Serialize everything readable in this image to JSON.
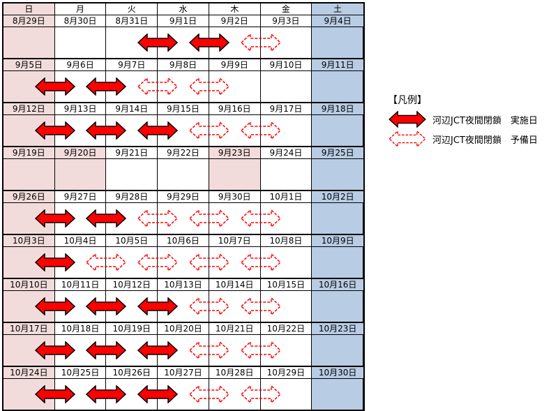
{
  "weekdays": [
    "日",
    "月",
    "火",
    "水",
    "木",
    "金",
    "土"
  ],
  "colors": {
    "sunday_bg": "#f2dcdb",
    "saturday_bg": "#b8cce4",
    "holiday_bg": "#f2dcdb",
    "arrow_red": "#ff0000",
    "grid": "#000000"
  },
  "weeks": [
    {
      "dates": [
        "8月29日",
        "8月30日",
        "8月31日",
        "9月1日",
        "9月2日",
        "9月3日",
        "9月4日"
      ],
      "holidays": [],
      "arrows": [
        {
          "at": 3,
          "type": "solid"
        },
        {
          "at": 4,
          "type": "solid"
        },
        {
          "at": 5,
          "type": "dashed"
        }
      ]
    },
    {
      "dates": [
        "9月5日",
        "9月6日",
        "9月7日",
        "9月8日",
        "9月9日",
        "9月10日",
        "9月11日"
      ],
      "holidays": [],
      "arrows": [
        {
          "at": 1,
          "type": "solid"
        },
        {
          "at": 2,
          "type": "solid"
        },
        {
          "at": 3,
          "type": "dashed"
        },
        {
          "at": 4,
          "type": "dashed"
        }
      ]
    },
    {
      "dates": [
        "9月12日",
        "9月13日",
        "9月14日",
        "9月15日",
        "9月16日",
        "9月17日",
        "9月18日"
      ],
      "holidays": [],
      "arrows": [
        {
          "at": 1,
          "type": "solid"
        },
        {
          "at": 2,
          "type": "solid"
        },
        {
          "at": 3,
          "type": "solid"
        },
        {
          "at": 4,
          "type": "dashed"
        },
        {
          "at": 5,
          "type": "dashed"
        }
      ]
    },
    {
      "dates": [
        "9月19日",
        "9月20日",
        "9月21日",
        "9月22日",
        "9月23日",
        "9月24日",
        "9月25日"
      ],
      "holidays": [
        1,
        4
      ],
      "arrows": []
    },
    {
      "dates": [
        "9月26日",
        "9月27日",
        "9月28日",
        "9月29日",
        "9月30日",
        "10月1日",
        "10月2日"
      ],
      "holidays": [],
      "arrows": [
        {
          "at": 1,
          "type": "solid"
        },
        {
          "at": 2,
          "type": "solid"
        },
        {
          "at": 3,
          "type": "dashed"
        },
        {
          "at": 4,
          "type": "dashed"
        },
        {
          "at": 5,
          "type": "dashed"
        }
      ]
    },
    {
      "dates": [
        "10月3日",
        "10月4日",
        "10月5日",
        "10月6日",
        "10月7日",
        "10月8日",
        "10月9日"
      ],
      "holidays": [],
      "arrows": [
        {
          "at": 1,
          "type": "solid"
        },
        {
          "at": 2,
          "type": "dashed"
        },
        {
          "at": 3,
          "type": "dashed"
        },
        {
          "at": 4,
          "type": "dashed"
        },
        {
          "at": 5,
          "type": "dashed"
        }
      ]
    },
    {
      "dates": [
        "10月10日",
        "10月11日",
        "10月12日",
        "10月13日",
        "10月14日",
        "10月15日",
        "10月16日"
      ],
      "holidays": [],
      "arrows": [
        {
          "at": 1,
          "type": "solid"
        },
        {
          "at": 2,
          "type": "solid"
        },
        {
          "at": 3,
          "type": "solid"
        },
        {
          "at": 4,
          "type": "dashed"
        },
        {
          "at": 5,
          "type": "dashed"
        }
      ]
    },
    {
      "dates": [
        "10月17日",
        "10月18日",
        "10月19日",
        "10月20日",
        "10月21日",
        "10月22日",
        "10月23日"
      ],
      "holidays": [],
      "arrows": [
        {
          "at": 1,
          "type": "solid"
        },
        {
          "at": 2,
          "type": "solid"
        },
        {
          "at": 3,
          "type": "solid"
        },
        {
          "at": 4,
          "type": "dashed"
        },
        {
          "at": 5,
          "type": "dashed"
        }
      ]
    },
    {
      "dates": [
        "10月24日",
        "10月25日",
        "10月26日",
        "10月27日",
        "10月28日",
        "10月29日",
        "10月30日"
      ],
      "holidays": [],
      "arrows": [
        {
          "at": 1,
          "type": "solid"
        },
        {
          "at": 2,
          "type": "solid"
        },
        {
          "at": 3,
          "type": "solid"
        },
        {
          "at": 4,
          "type": "dashed"
        },
        {
          "at": 5,
          "type": "dashed"
        }
      ]
    }
  ],
  "legend": {
    "title": "【凡例】",
    "items": [
      {
        "icon": "solid-double-arrow-icon",
        "label": "河辺JCT夜間閉鎖　実施日"
      },
      {
        "icon": "dashed-double-arrow-icon",
        "label": "河辺JCT夜間閉鎖　予備日"
      }
    ]
  }
}
